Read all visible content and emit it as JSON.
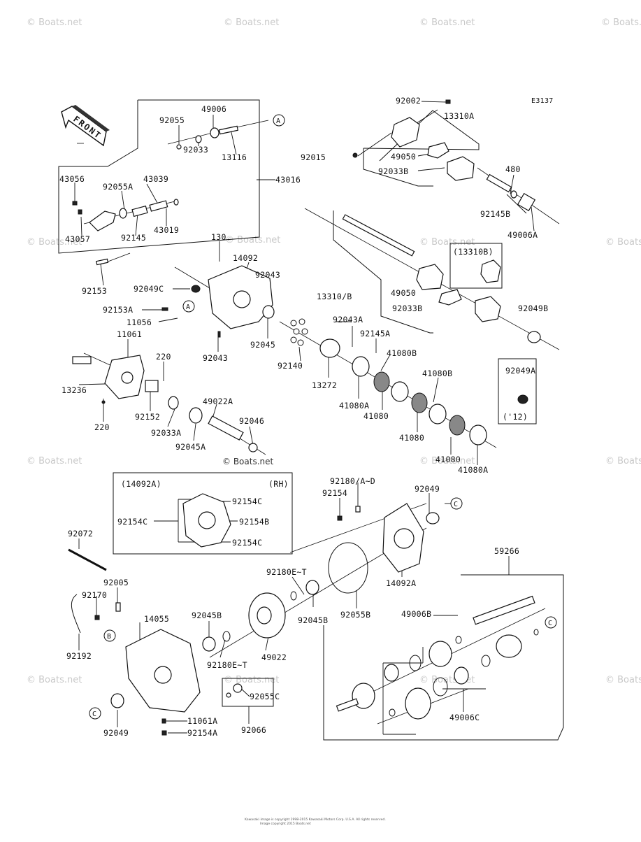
{
  "diagram_id": "E3137",
  "front_label": "FRONT",
  "watermark": "© Boats.net",
  "footer": [
    "Kawasaki image is copyright 1998-2015 Kawasaki Motors Corp. U.S.A. All rights reserved.",
    "Image copyright 2015 Boats.net"
  ],
  "callouts": [
    "A",
    "A",
    "B",
    "B",
    "C",
    "C",
    "C"
  ],
  "parts": [
    {
      "num": "92002"
    },
    {
      "num": "13310A"
    },
    {
      "num": "92015"
    },
    {
      "num": "49050"
    },
    {
      "num": "92033B"
    },
    {
      "num": "480"
    },
    {
      "num": "92145B"
    },
    {
      "num": "49006A"
    },
    {
      "num": "92055"
    },
    {
      "num": "49006"
    },
    {
      "num": "92033"
    },
    {
      "num": "13116"
    },
    {
      "num": "43016"
    },
    {
      "num": "43056"
    },
    {
      "num": "92055A"
    },
    {
      "num": "43039"
    },
    {
      "num": "43057"
    },
    {
      "num": "92145"
    },
    {
      "num": "43019"
    },
    {
      "num": "130"
    },
    {
      "num": "14092"
    },
    {
      "num": "92043"
    },
    {
      "num": "92049C"
    },
    {
      "num": "92153"
    },
    {
      "num": "92153A"
    },
    {
      "num": "11056"
    },
    {
      "num": "92045"
    },
    {
      "num": "92043"
    },
    {
      "num": "(13310B)"
    },
    {
      "num": "13310/B"
    },
    {
      "num": "49050"
    },
    {
      "num": "92033B"
    },
    {
      "num": "92049B"
    },
    {
      "num": "92043A"
    },
    {
      "num": "92145A"
    },
    {
      "num": "92140"
    },
    {
      "num": "41080B"
    },
    {
      "num": "13272"
    },
    {
      "num": "41080B"
    },
    {
      "num": "41080A"
    },
    {
      "num": "41080"
    },
    {
      "num": "41080"
    },
    {
      "num": "41080"
    },
    {
      "num": "41080A"
    },
    {
      "num": "92049A"
    },
    {
      "num": "('12)"
    },
    {
      "num": "11061"
    },
    {
      "num": "220"
    },
    {
      "num": "13236"
    },
    {
      "num": "92152"
    },
    {
      "num": "220"
    },
    {
      "num": "49022A"
    },
    {
      "num": "92046"
    },
    {
      "num": "92033A"
    },
    {
      "num": "92045A"
    },
    {
      "num": "(14092A)"
    },
    {
      "num": "(RH)"
    },
    {
      "num": "92154C"
    },
    {
      "num": "92154C"
    },
    {
      "num": "92154B"
    },
    {
      "num": "92154C"
    },
    {
      "num": "92180/A~D"
    },
    {
      "num": "92154"
    },
    {
      "num": "92049"
    },
    {
      "num": "14092A"
    },
    {
      "num": "92072"
    },
    {
      "num": "92180E~T"
    },
    {
      "num": "92055B"
    },
    {
      "num": "92045B"
    },
    {
      "num": "92005"
    },
    {
      "num": "92170"
    },
    {
      "num": "14055"
    },
    {
      "num": "92192"
    },
    {
      "num": "92045B"
    },
    {
      "num": "92180E~T"
    },
    {
      "num": "49022"
    },
    {
      "num": "92049"
    },
    {
      "num": "11061A"
    },
    {
      "num": "92154A"
    },
    {
      "num": "92055C"
    },
    {
      "num": "92066"
    },
    {
      "num": "59266"
    },
    {
      "num": "49006B"
    },
    {
      "num": "49006C"
    }
  ]
}
